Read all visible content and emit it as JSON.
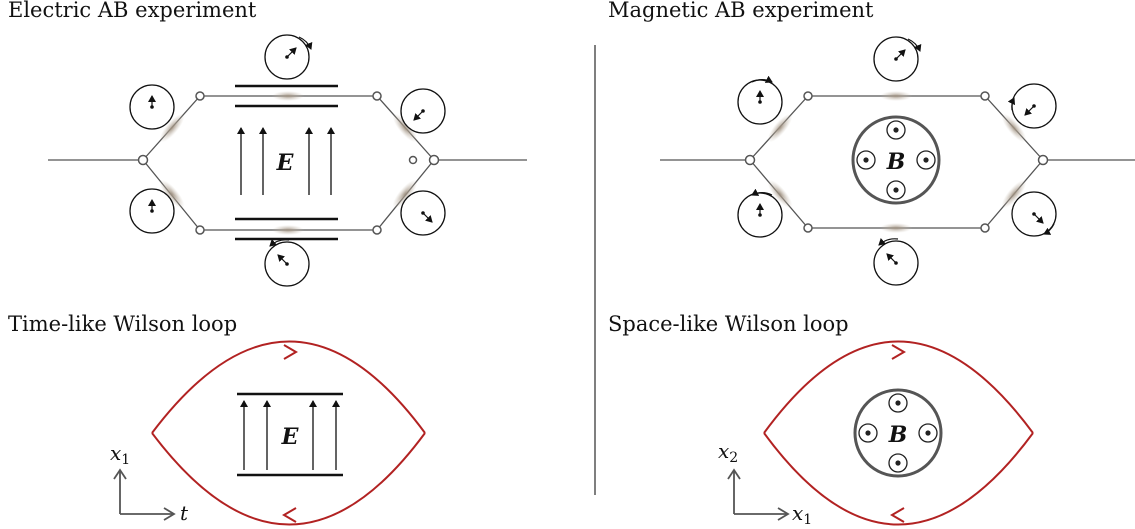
{
  "titles": {
    "electric_ab": "Electric AB experiment",
    "magnetic_ab": "Magnetic AB experiment",
    "timelike_loop": "Time-like Wilson loop",
    "spacelike_loop": "Space-like Wilson loop"
  },
  "labels": {
    "electric_field": "E",
    "magnetic_field": "B",
    "axis_t": "t",
    "axis_x": "x",
    "sub_1": "1",
    "sub_2": "2"
  },
  "colors": {
    "loop": "#b22222",
    "interferometer": "#555555",
    "particle_blob": "#a89a88",
    "plates": "#111111"
  },
  "icons": {
    "clock": "clock-phase-icon",
    "field_out_of_page": "dot-in-circle-icon"
  }
}
